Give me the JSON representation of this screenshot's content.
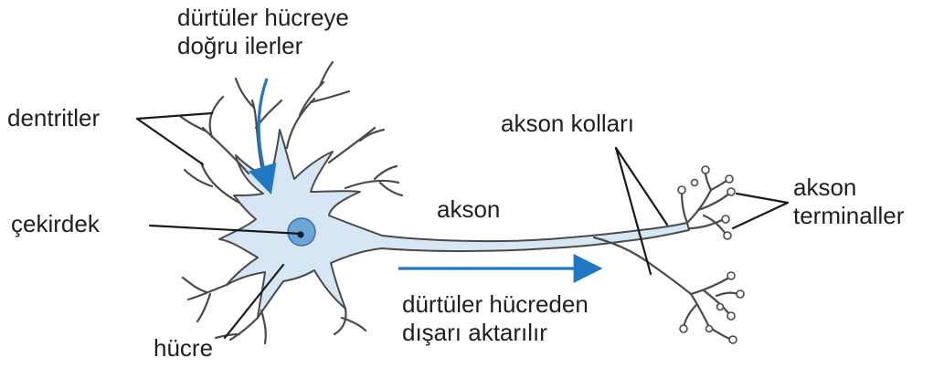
{
  "colors": {
    "cell_fill": "#d7e6f4",
    "outline": "#4a4a4a",
    "nucleus": "#6aa6d8",
    "nucleolus": "#15232f",
    "arrow": "#1f78c1",
    "label_text": "#1f1f1f"
  },
  "labels": {
    "impulse_in_line1": "dürtüler  hücreye",
    "impulse_in_line2": "doğru ilerler",
    "dendrites": "dentritler",
    "nucleus": "çekirdek",
    "cell_body": "hücre",
    "axon": "akson",
    "axon_collaterals": "akson kolları",
    "axon_terminals_line1": "akson",
    "axon_terminals_line2": "terminaller",
    "impulse_out_line1": "dürtüler hücreden",
    "impulse_out_line2": "dışarı aktarılır"
  }
}
